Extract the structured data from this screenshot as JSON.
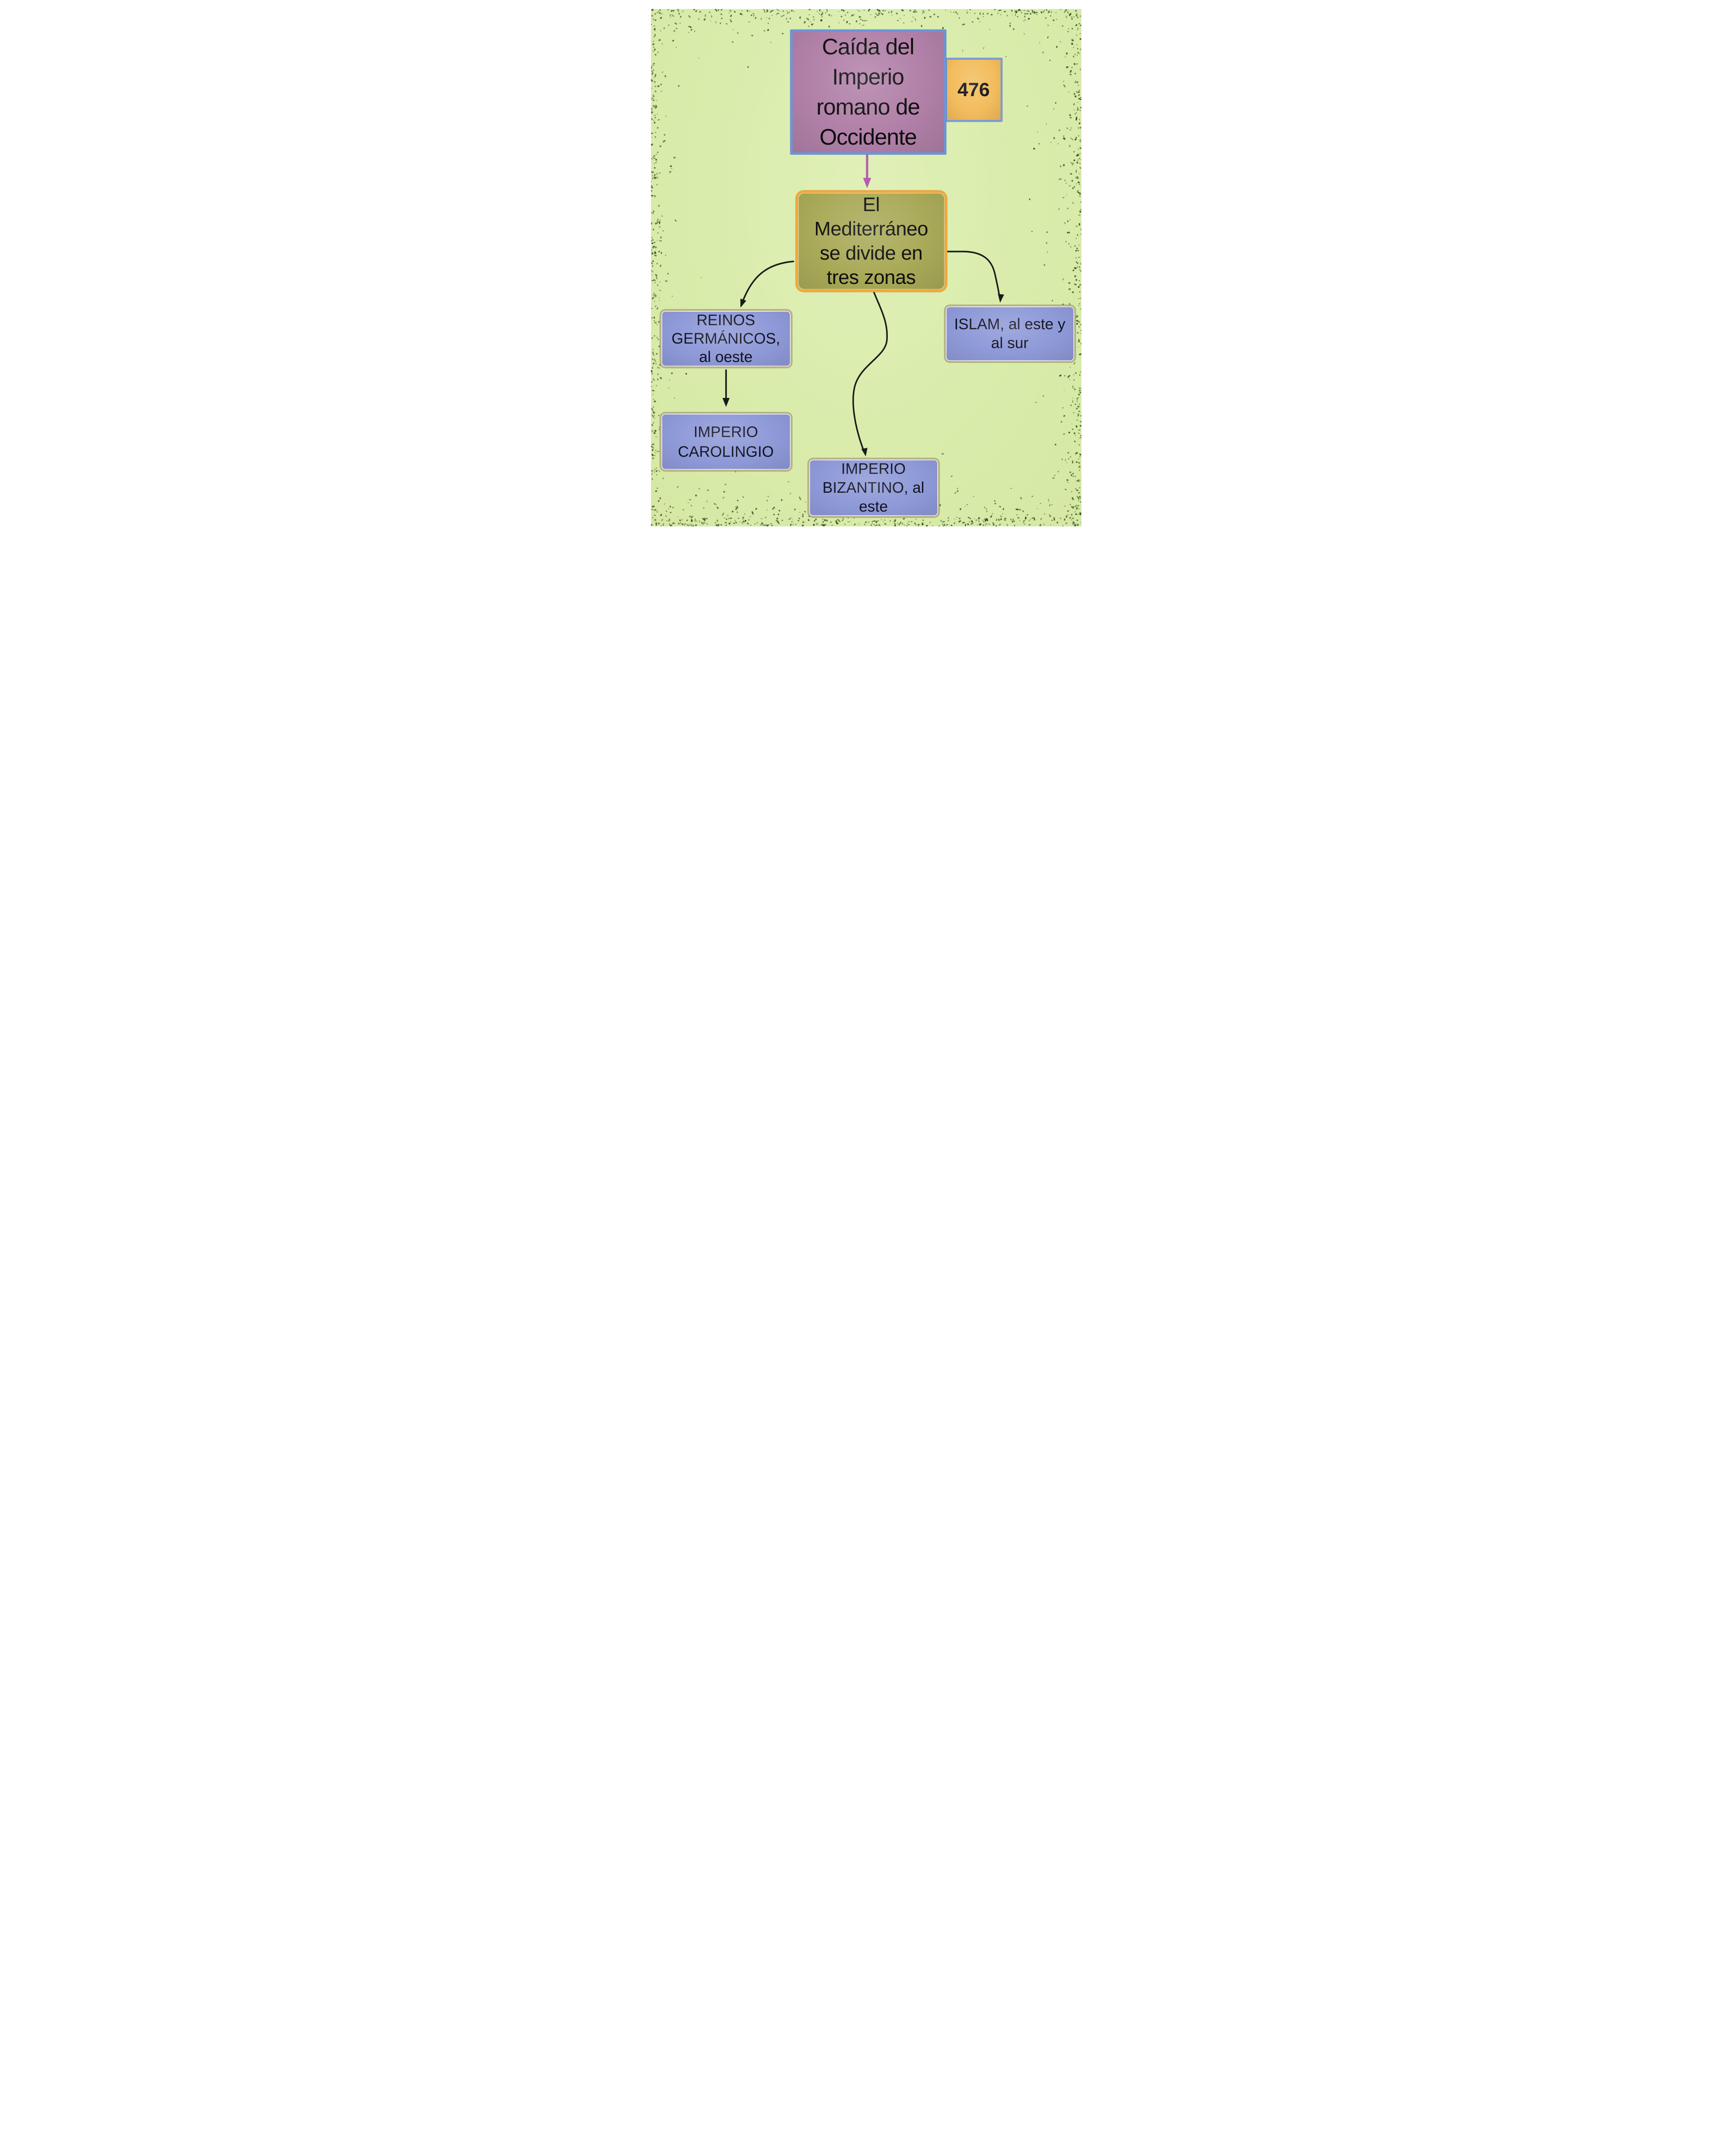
{
  "colors": {
    "page_background": "#ffffff",
    "panel_background": "#d9ecab",
    "speckle": "#1e3a10",
    "arrow_black": "#1a1a1a",
    "arrow_magenta": "#b55cb0"
  },
  "nodes": {
    "caida": {
      "text": "Caída del Imperio romano de Occidente",
      "lines": [
        "Caída del",
        "Imperio",
        "romano de",
        "Occidente"
      ],
      "fill": "#b180a8",
      "border": "#6b94d9",
      "text_color": "#0d0d0d"
    },
    "year": {
      "text": "476",
      "lines": [
        "476"
      ],
      "fill": "#f3bd5e",
      "border": "#7a9bd6",
      "text_color": "#111111"
    },
    "mediterraneo": {
      "text": "El Mediterráneo se divide en tres zonas",
      "lines": [
        "El",
        "Mediterráneo",
        "se divide en",
        "tres zonas"
      ],
      "fill": "#a9aa58",
      "border": "#f4a739",
      "text_color": "#0d0d0d"
    },
    "reinos": {
      "text": "REINOS GERMÁNICOS, al oeste",
      "lines": [
        "REINOS",
        "GERMÁNICOS,",
        "al oeste"
      ],
      "fill": "#8e99d8",
      "border": "#bdb384",
      "text_color": "#10101c"
    },
    "islam": {
      "text": "ISLAM, al este y al sur",
      "lines": [
        "ISLAM, al este y",
        "al sur"
      ],
      "fill": "#8e99d8",
      "border": "#bdb384",
      "text_color": "#10101c"
    },
    "carolingio": {
      "text": "IMPERIO CAROLINGIO",
      "lines": [
        "IMPERIO",
        "CAROLINGIO"
      ],
      "fill": "#8e99d8",
      "border": "#bdb384",
      "text_color": "#10101c"
    },
    "bizantino": {
      "text": "IMPERIO BIZANTINO, al este",
      "lines": [
        "IMPERIO",
        "BIZANTINO, al",
        "este"
      ],
      "fill": "#8e99d8",
      "border": "#bdb384",
      "text_color": "#10101c"
    }
  },
  "edges": [
    {
      "from": "caida",
      "to": "mediterraneo",
      "color": "#b55cb0"
    },
    {
      "from": "mediterraneo",
      "to": "reinos",
      "color": "#1a1a1a"
    },
    {
      "from": "mediterraneo",
      "to": "bizantino",
      "color": "#1a1a1a"
    },
    {
      "from": "mediterraneo",
      "to": "islam",
      "color": "#1a1a1a"
    },
    {
      "from": "reinos",
      "to": "carolingio",
      "color": "#1a1a1a"
    }
  ]
}
